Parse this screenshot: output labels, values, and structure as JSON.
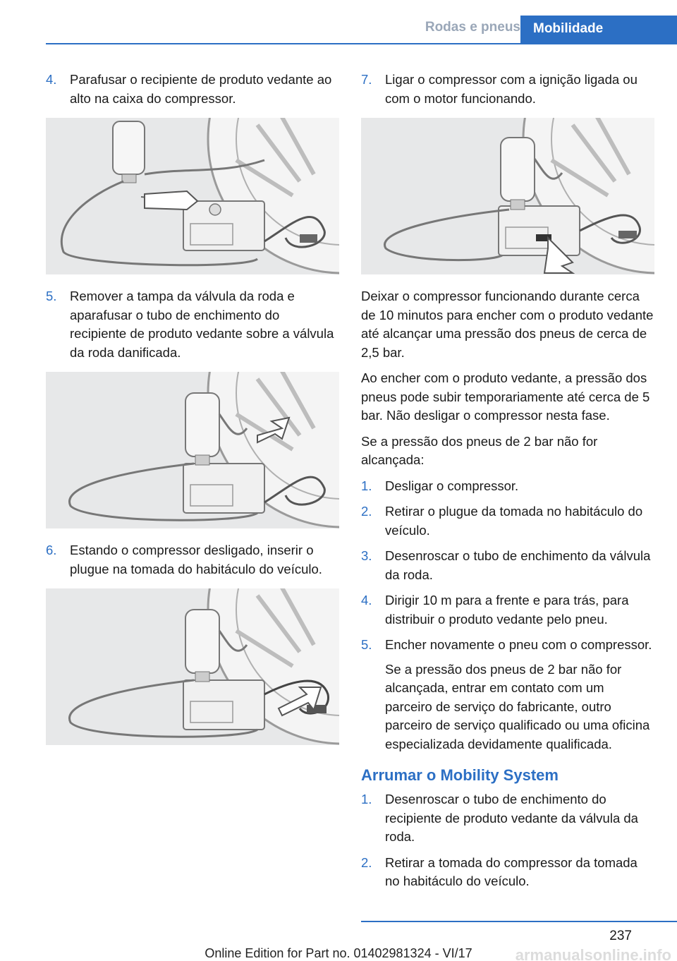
{
  "header": {
    "section": "Rodas e pneus",
    "chapter": "Mobilidade"
  },
  "left_column": {
    "steps": [
      {
        "num": "4.",
        "text": "Parafusar o recipiente de produto vedante ao alto na caixa do compressor."
      },
      {
        "num": "5.",
        "text": "Remover a tampa da válvula da roda e aparafusar o tubo de enchimento do recipiente de produto vedante sobre a válvula da roda danificada."
      },
      {
        "num": "6.",
        "text": "Estando o compressor desligado, inserir o plugue na tomada do habitáculo do veículo."
      }
    ]
  },
  "right_column": {
    "step7": {
      "num": "7.",
      "text": "Ligar o compressor com a ignição ligada ou com o motor funcionando."
    },
    "paragraphs": [
      "Deixar o compressor funcionando durante cerca de 10 minutos para encher com o produto vedante até alcançar uma pressão dos pneus de cerca de 2,5 bar.",
      "Ao encher com o produto vedante, a pressão dos pneus pode subir temporariamente até cerca de 5 bar. Não desligar o compressor nesta fase.",
      "Se a pressão dos pneus de 2 bar não for alcançada:"
    ],
    "substeps": [
      {
        "num": "1.",
        "text": "Desligar o compressor."
      },
      {
        "num": "2.",
        "text": "Retirar o plugue da tomada no habitáculo do veículo."
      },
      {
        "num": "3.",
        "text": "Desenroscar o tubo de enchimento da válvula da roda."
      },
      {
        "num": "4.",
        "text": "Dirigir 10 m para a frente e para trás, para distribuir o produto vedante pelo pneu."
      },
      {
        "num": "5.",
        "text": "Encher novamente o pneu com o compressor.",
        "sub": "Se a pressão dos pneus de 2 bar não for alcançada, entrar em contato com um parceiro de serviço do fabricante, outro parceiro de serviço qualificado ou uma oficina especializada devidamente qualificada."
      }
    ],
    "section_title": "Arrumar o Mobility System",
    "section_steps": [
      {
        "num": "1.",
        "text": "Desenroscar o tubo de enchimento do recipiente de produto vedante da válvula da roda."
      },
      {
        "num": "2.",
        "text": "Retirar a tomada do compressor da tomada no habitáculo do veículo."
      }
    ]
  },
  "footer": {
    "page_number": "237",
    "edition": "Online Edition for Part no. 01402981324 - VI/17",
    "watermark": "armanualsonline.info"
  }
}
